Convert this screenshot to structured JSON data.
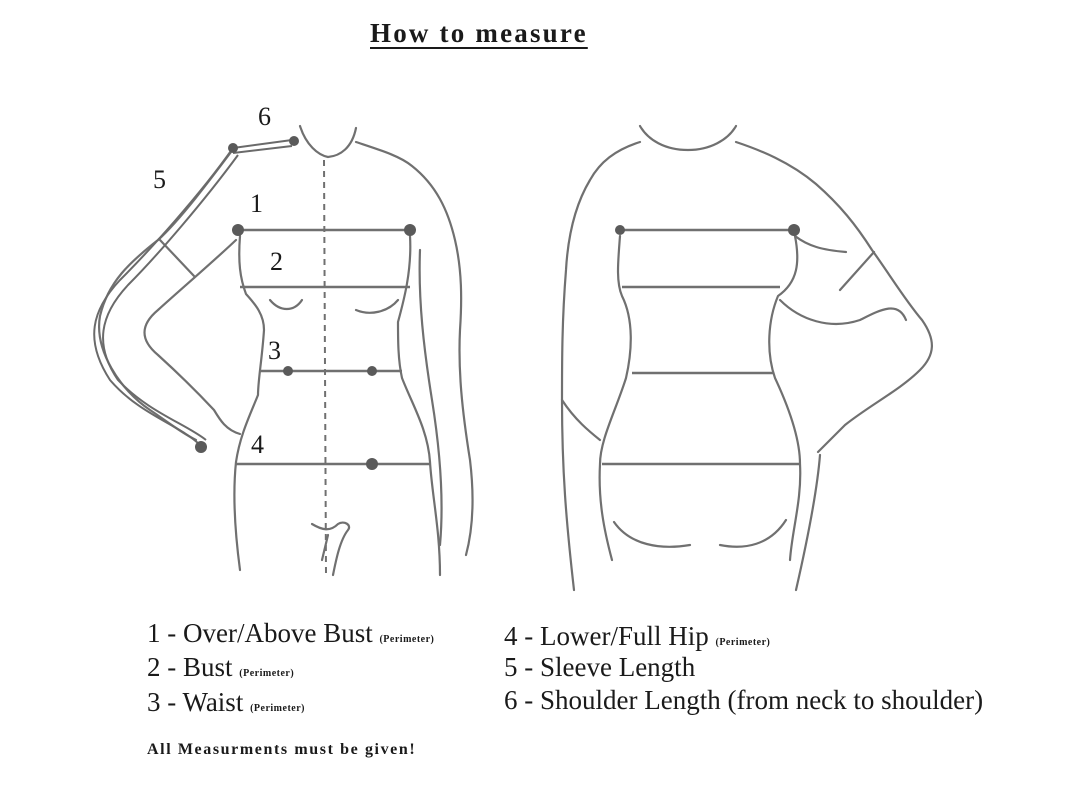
{
  "title": "How to measure",
  "markers": [
    "1",
    "2",
    "3",
    "4",
    "5",
    "6"
  ],
  "legend": [
    {
      "label": "1 - Over/Above Bust",
      "note": "(Perimeter)"
    },
    {
      "label": "2 - Bust",
      "note": "(Perimeter)"
    },
    {
      "label": "3 - Waist",
      "note": "(Perimeter)"
    },
    {
      "label": "4 - Lower/Full Hip",
      "note": "(Perimeter)"
    },
    {
      "label": "5 - Sleeve Length",
      "note": ""
    },
    {
      "label": "6 - Shoulder Length",
      "note": "(from neck to shoulder)"
    }
  ],
  "footer": "All Measurments must be given!",
  "colors": {
    "line": "#707070",
    "dot": "#5a5a5a"
  }
}
